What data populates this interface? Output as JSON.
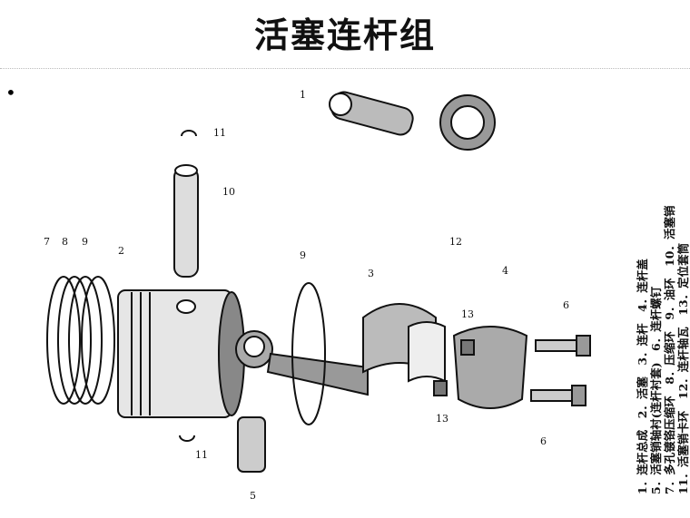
{
  "slide": {
    "title": "活塞连杆组",
    "bullet": "•"
  },
  "legend": {
    "lines": [
      "1．连杆总成　2．活塞　3．连杆　4．连杆盖",
      "5．活塞销轴衬(连杆衬套)　6．连杆螺钉",
      "7．多孔镀铬压缩环　8．压缩环　9．油环　10．活塞销",
      "11．活塞销卡环　12．连杆轴瓦　13．定位套筒"
    ]
  },
  "diagram": {
    "callouts": [
      "1",
      "2",
      "3",
      "4",
      "5",
      "6",
      "6",
      "7",
      "8",
      "9",
      "9",
      "10",
      "11",
      "11",
      "12",
      "13",
      "13"
    ]
  }
}
